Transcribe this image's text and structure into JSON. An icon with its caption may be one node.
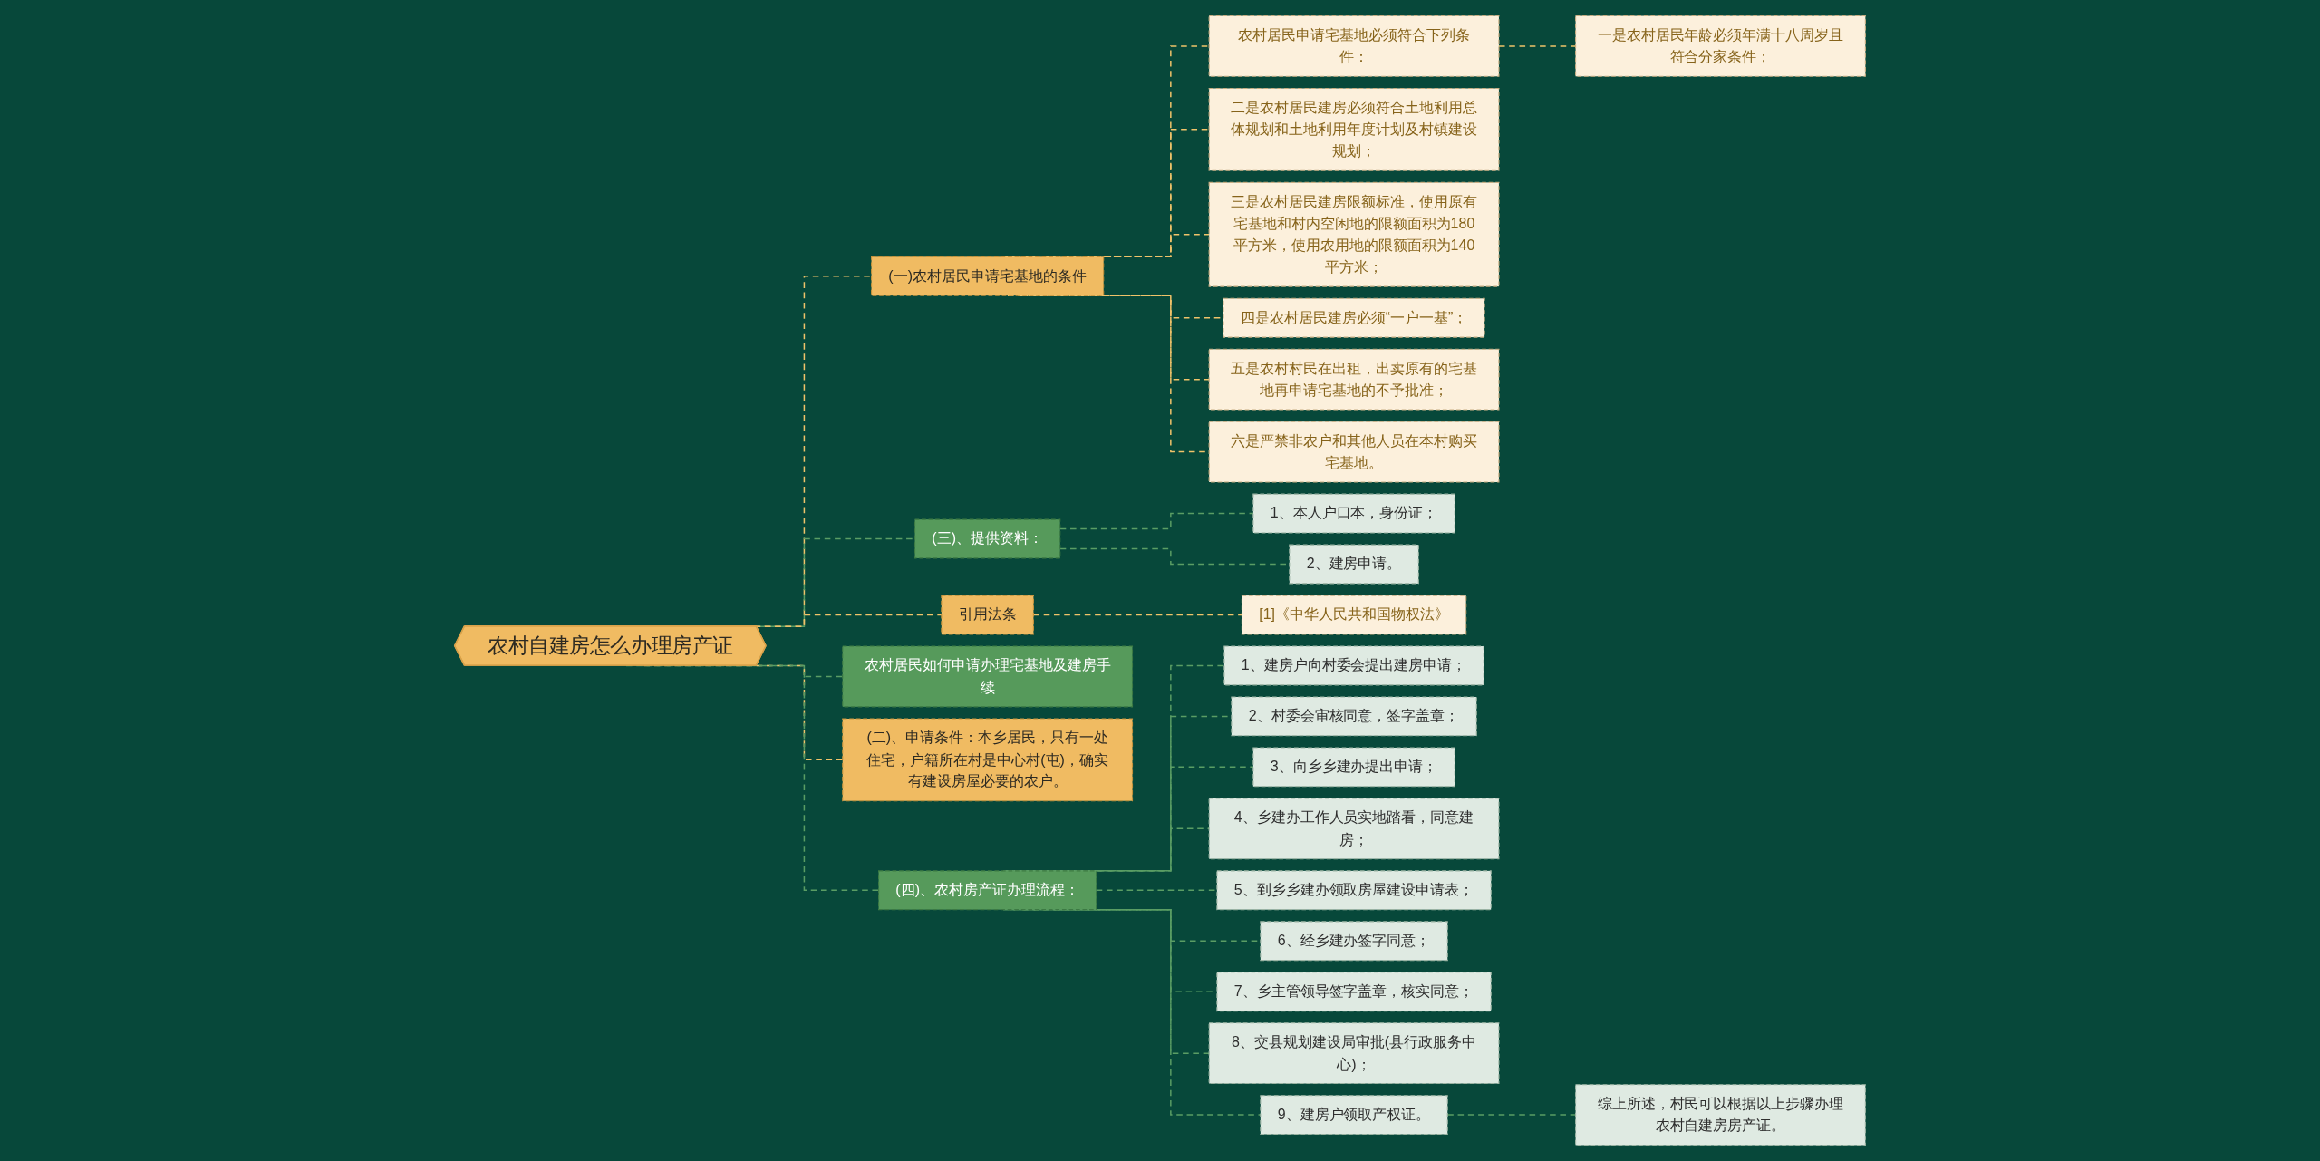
{
  "diagram": {
    "nodes": [
      {
        "text": [
          "农村自建房怎么办理房产证"
        ]
      },
      {
        "text": [
          "(一)农村居民申请宅基地的条件"
        ]
      },
      {
        "text": [
          "农村居民申请宅基地必须符合下列条件："
        ]
      },
      {
        "text": [
          "一是农村居民年龄必须年满十八周岁且符合分家条件；"
        ]
      },
      {
        "text": [
          "二是农村居民建房必须符合土地利用总体规划和土地利用年度计划及村镇建设规划；"
        ]
      },
      {
        "text": [
          "三是农村居民建房限额标准，使用原有宅基地和村内空闲地的限额面积为180平方米，使用农用地的限额面积为140平方米；"
        ]
      },
      {
        "text": [
          "四是农村居民建房必须“一户一基”；"
        ]
      },
      {
        "text": [
          "五是农村村民在出租，出卖原有的宅基地再申请宅基地的不予批准；"
        ]
      },
      {
        "text": [
          "六是严禁非农户和其他人员在本村购买宅基地。"
        ]
      },
      {
        "text": [
          "(三)、提供资料："
        ]
      },
      {
        "text": [
          "1、本人户口本，身份证；"
        ]
      },
      {
        "text": [
          "2、建房申请。"
        ]
      },
      {
        "text": [
          "引用法条"
        ]
      },
      {
        "text": [
          "[1]《中华人民共和国物权法》"
        ]
      },
      {
        "text": [
          "农村居民如何申请办理宅基地及建房手续"
        ]
      },
      {
        "text": [
          "(二)、申请条件：本乡居民，只有一处住宅，户籍所在村是中心村(屯)，确实有建设房屋必要的农户。"
        ]
      },
      {
        "text": [
          "(四)、农村房产证办理流程："
        ]
      },
      {
        "text": [
          "1、建房户向村委会提出建房申请；"
        ]
      },
      {
        "text": [
          "2、村委会审核同意，签字盖章；"
        ]
      },
      {
        "text": [
          "3、向乡乡建办提出申请；"
        ]
      },
      {
        "text": [
          "4、乡建办工作人员实地踏看，同意建房；"
        ]
      },
      {
        "text": [
          "5、到乡乡建办领取房屋建设申请表；"
        ]
      },
      {
        "text": [
          "6、经乡建办签字同意；"
        ]
      },
      {
        "text": [
          "7、乡主管领导签字盖章，核实同意；"
        ]
      },
      {
        "text": [
          "8、交县规划建设局审批(县行政服务中心)；"
        ]
      },
      {
        "text": [
          "9、建房户领取产权证。"
        ]
      },
      {
        "text": [
          "综上所述，村民可以根据以上步骤办理农村自建房房产证。"
        ]
      }
    ],
    "edges": [
      {
        "from": 0,
        "to": 1,
        "arrow": "none",
        "style": "dashed",
        "color": "#f0c36a"
      },
      {
        "from": 1,
        "to": 2,
        "arrow": "none",
        "style": "dashed",
        "color": "#f0c36a"
      },
      {
        "from": 2,
        "to": 3,
        "arrow": "none",
        "style": "dashed",
        "color": "#f0c36a"
      },
      {
        "from": 1,
        "to": 4,
        "arrow": "none",
        "style": "dashed",
        "color": "#f0c36a"
      },
      {
        "from": 1,
        "to": 5,
        "arrow": "none",
        "style": "dashed",
        "color": "#f0c36a"
      },
      {
        "from": 1,
        "to": 6,
        "arrow": "none",
        "style": "dashed",
        "color": "#f0c36a"
      },
      {
        "from": 1,
        "to": 7,
        "arrow": "none",
        "style": "dashed",
        "color": "#f0c36a"
      },
      {
        "from": 1,
        "to": 8,
        "arrow": "none",
        "style": "dashed",
        "color": "#f0c36a"
      },
      {
        "from": 0,
        "to": 9,
        "arrow": "none",
        "style": "dashed"
      },
      {
        "from": 9,
        "to": 10,
        "arrow": "none",
        "style": "dashed"
      },
      {
        "from": 9,
        "to": 11,
        "arrow": "none",
        "style": "dashed"
      },
      {
        "from": 0,
        "to": 12,
        "arrow": "none",
        "style": "dashed",
        "color": "#f0c36a"
      },
      {
        "from": 12,
        "to": 13,
        "arrow": "none",
        "style": "dashed",
        "color": "#f0c36a"
      },
      {
        "from": 0,
        "to": 14,
        "arrow": "none",
        "style": "dashed"
      },
      {
        "from": 0,
        "to": 15,
        "arrow": "none",
        "style": "dashed",
        "color": "#f0c36a"
      },
      {
        "from": 0,
        "to": 16,
        "arrow": "none",
        "style": "dashed"
      },
      {
        "from": 16,
        "to": 17,
        "arrow": "none",
        "style": "dashed"
      },
      {
        "from": 16,
        "to": 18,
        "arrow": "none",
        "style": "dashed"
      },
      {
        "from": 16,
        "to": 19,
        "arrow": "none",
        "style": "dashed"
      },
      {
        "from": 16,
        "to": 20,
        "arrow": "none",
        "style": "dashed"
      },
      {
        "from": 16,
        "to": 21,
        "arrow": "none",
        "style": "dashed"
      },
      {
        "from": 16,
        "to": 22,
        "arrow": "none",
        "style": "dashed"
      },
      {
        "from": 16,
        "to": 23,
        "arrow": "none",
        "style": "dashed"
      },
      {
        "from": 16,
        "to": 24,
        "arrow": "none",
        "style": "dashed"
      },
      {
        "from": 16,
        "to": 25,
        "arrow": "none",
        "style": "dashed"
      },
      {
        "from": 25,
        "to": 26,
        "arrow": "none",
        "style": "dashed"
      }
    ]
  }
}
